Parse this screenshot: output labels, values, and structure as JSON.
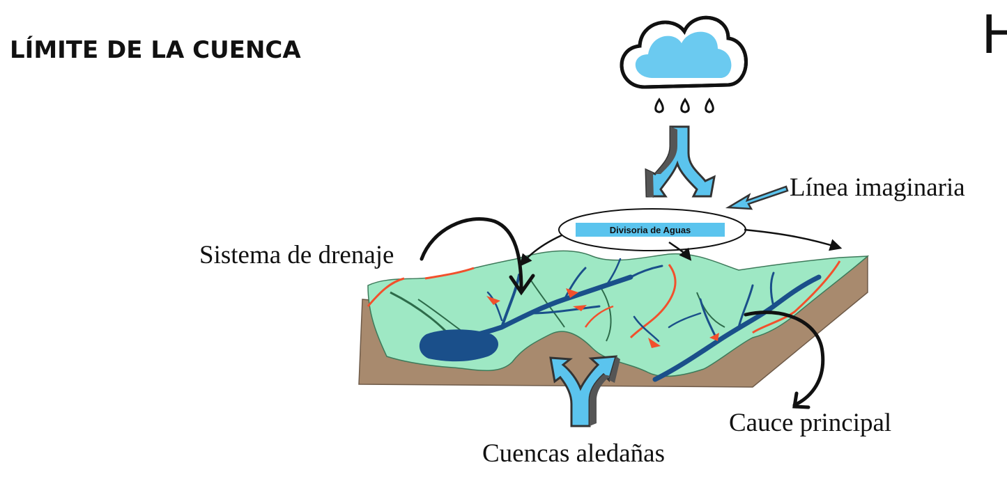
{
  "title": "LÍMITE DE LA CUENCA",
  "corner_letter": "H",
  "labels": {
    "divisoria": "Divisoria de Aguas",
    "linea_imaginaria": "Línea imaginaria",
    "sistema_drenaje": "Sistema de drenaje",
    "cauce_principal": "Cauce principal",
    "cuencas_aledanas": "Cuencas aledañas"
  },
  "colors": {
    "sky_blue": "#5bc4ee",
    "land_green": "#9ee8c4",
    "soil_brown": "#a88a6e",
    "river_blue": "#1a4f8a",
    "ridge_red": "#f2502c",
    "arrow_gray": "#555555"
  }
}
